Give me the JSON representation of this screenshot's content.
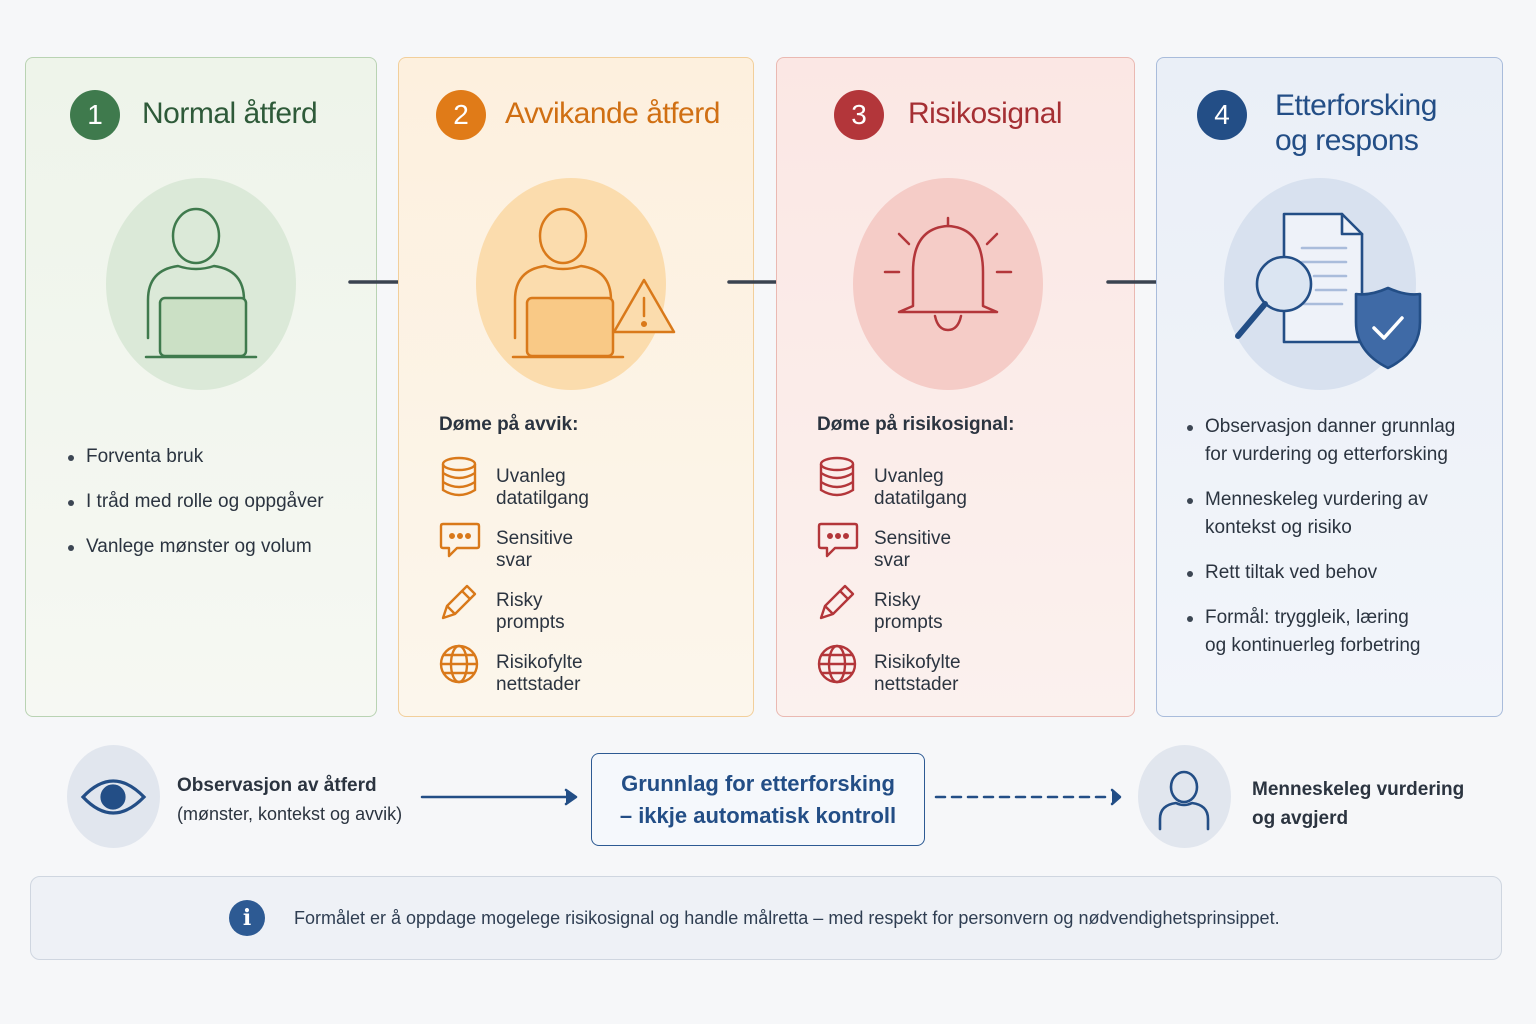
{
  "stages": [
    {
      "number": "1",
      "title": "Normal åtferd",
      "icon": "person-laptop-icon",
      "color": "#3f7a4d",
      "bullets": [
        "Forventa bruk",
        "I tråd med rolle og oppgåver",
        "Vanlege mønster og volum"
      ]
    },
    {
      "number": "2",
      "title": "Avvikande åtferd",
      "icon": "person-laptop-warning-icon",
      "color": "#e07b18",
      "examples_label": "Døme på avvik:",
      "examples": [
        "Uvanleg datatilgang",
        "Sensitive svar",
        "Risky prompts",
        "Risikofylte nettstader"
      ]
    },
    {
      "number": "3",
      "title": "Risikosignal",
      "icon": "alarm-bell-icon",
      "color": "#b3363a",
      "examples_label": "Døme på risikosignal:",
      "examples": [
        "Uvanleg datatilgang",
        "Sensitive svar",
        "Risky prompts",
        "Risikofylte nettstader"
      ]
    },
    {
      "number": "4",
      "title_line1": "Etterforsking",
      "title_line2": "og respons",
      "icon": "document-magnifier-shield-icon",
      "color": "#234e86",
      "bullets": [
        [
          "Observasjon danner grunnlag",
          "for vurdering og etterforsking"
        ],
        [
          "Menneskeleg vurdering av",
          "kontekst og risiko"
        ],
        [
          "Rett tiltak ved behov"
        ],
        [
          "Formål: tryggleik, læring",
          "og kontinuerleg forbetring"
        ]
      ]
    }
  ],
  "bottom": {
    "observation_title": "Observasjon av åtferd",
    "observation_sub": "(mønster, kontekst og avvik)",
    "basis_line1": "Grunnlag for etterforsking",
    "basis_line2": "– ikkje automatisk kontroll",
    "human_line1": "Menneskeleg vurdering",
    "human_line2": "og avgjerd"
  },
  "info": {
    "text": "Formålet er å oppdage mogelege risikosignal og handle målretta – med respekt for personvern og nødvendighetsprinsippet."
  }
}
